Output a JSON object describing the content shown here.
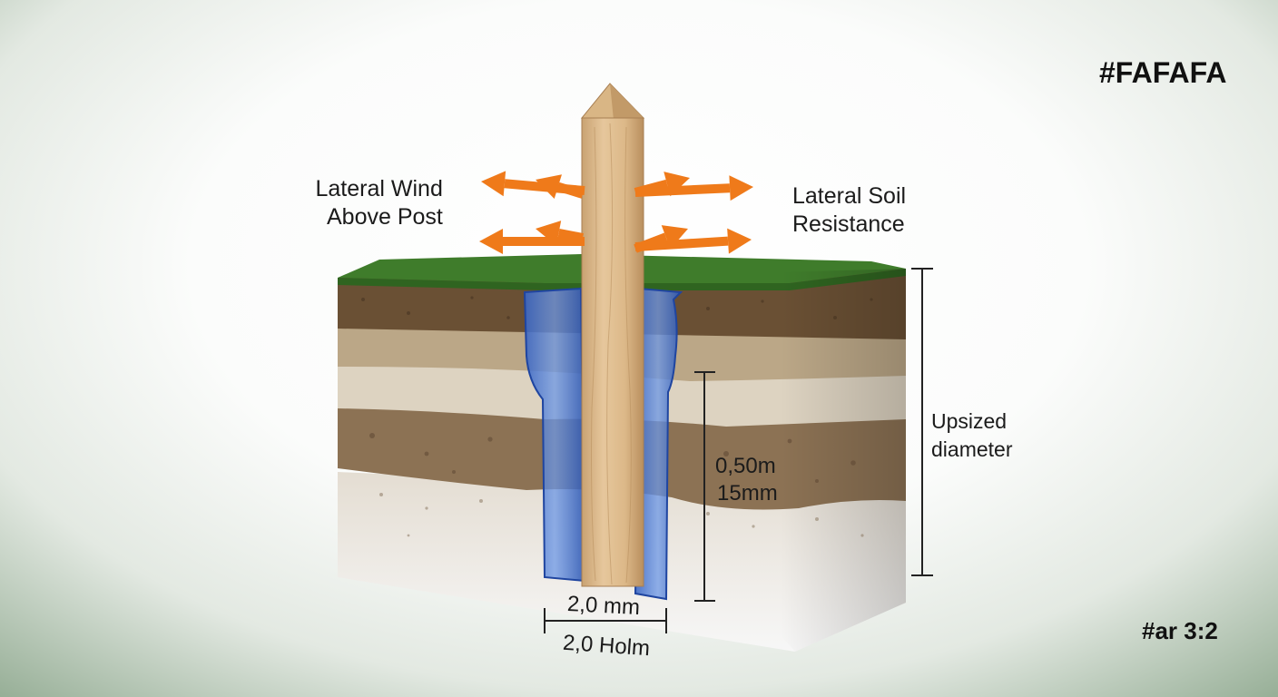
{
  "tags": {
    "color_hex": "#FAFAFA",
    "aspect": "#ar 3:2"
  },
  "labels": {
    "wind_line1": "Lateral Wind",
    "wind_line2": "Above Post",
    "soil_line1": "Lateral Soil",
    "soil_line2": "Resistance",
    "upsized_line1": "Upsized",
    "upsized_line2": "diameter",
    "depth_value": "0,50m",
    "thickness_value": "15mm",
    "dim_top": "2,0 mm",
    "dim_bottom": "2,0 Holm"
  },
  "colors": {
    "arrow": "#ef7a1a",
    "grass": "#3d7a2a",
    "topsoil": "#6b5134",
    "sand": "#bca888",
    "gravel": "#ded4c2",
    "clay": "#8c7254",
    "base": "#f2f2f2",
    "sleeve": "#3f73d0",
    "wood": "#dcbb8e"
  }
}
